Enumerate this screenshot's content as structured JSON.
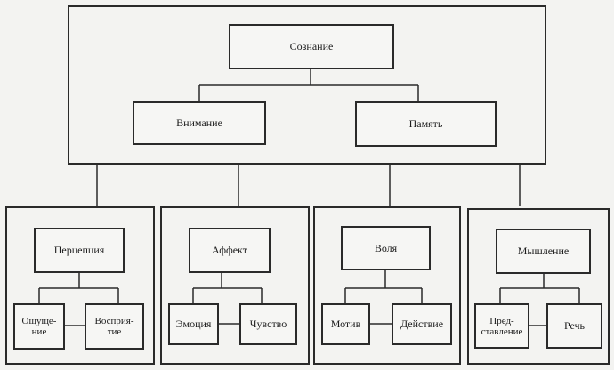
{
  "top": {
    "root": "Сознание",
    "children": [
      "Внимание",
      "Память"
    ]
  },
  "groups": [
    {
      "title": "Перцепция",
      "children": [
        "Ощуще-\nние",
        "Восприя-\nтие"
      ]
    },
    {
      "title": "Аффект",
      "children": [
        "Эмоция",
        "Чувство"
      ]
    },
    {
      "title": "Воля",
      "children": [
        "Мотив",
        "Действие"
      ]
    },
    {
      "title": "Мышление",
      "children": [
        "Пред-\nставление",
        "Речь"
      ]
    }
  ]
}
